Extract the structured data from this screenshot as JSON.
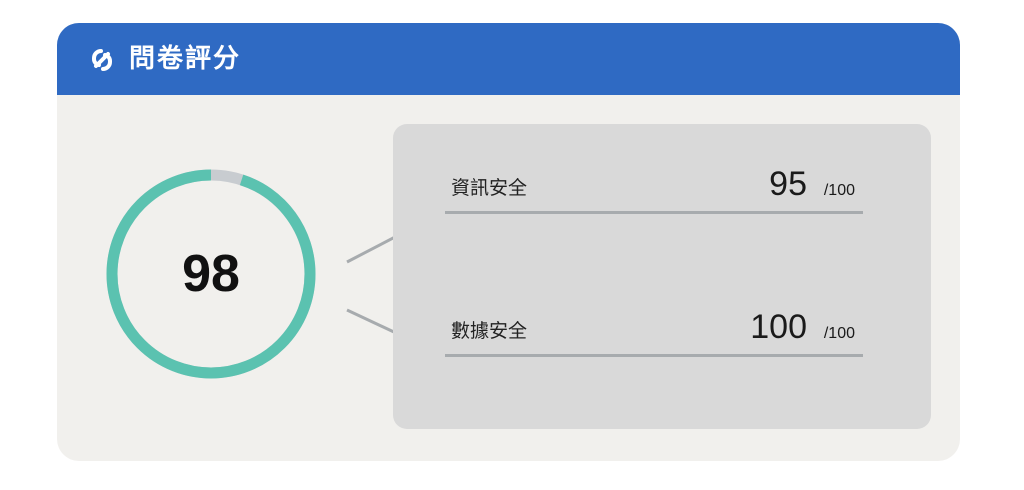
{
  "header": {
    "title": "問卷評分",
    "icon": "link-icon",
    "background": "#2f6ac3"
  },
  "overall": {
    "score": "98",
    "fraction": 0.95,
    "ring_color": "#5bc2b0",
    "track_color": "#c8ccd0"
  },
  "metrics": [
    {
      "label": "資訊安全",
      "value": "95",
      "max": "/100"
    },
    {
      "label": "數據安全",
      "value": "100",
      "max": "/100"
    }
  ]
}
